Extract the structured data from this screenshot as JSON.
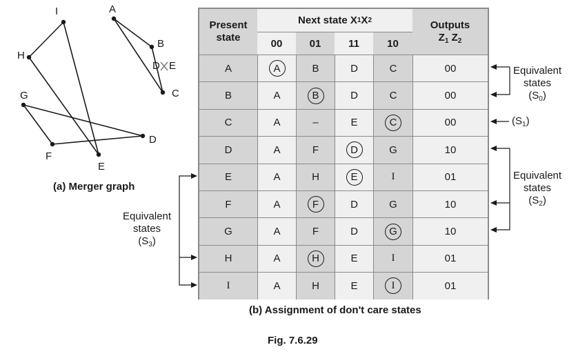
{
  "merger_graph": {
    "caption": "(a) Merger graph",
    "nodes": [
      "I",
      "H",
      "G",
      "F",
      "E",
      "A",
      "B",
      "C",
      "D"
    ],
    "edges": [
      [
        "I",
        "H"
      ],
      [
        "I",
        "E"
      ],
      [
        "H",
        "E"
      ],
      [
        "G",
        "D"
      ],
      [
        "G",
        "F"
      ],
      [
        "F",
        "D"
      ],
      [
        "A",
        "B"
      ],
      [
        "A",
        "C"
      ],
      [
        "B",
        "C"
      ]
    ],
    "crossed_label": "D",
    "crossed_label_tail": "E"
  },
  "table": {
    "caption": "(b) Assignment of don't care states",
    "present_header": [
      "Present",
      "state"
    ],
    "next_header": "Next state X",
    "next_header_sub1": "1",
    "next_header_mid": "X",
    "next_header_sub2": "2",
    "outputs_header_line1": "Outputs",
    "outputs_z1": "Z",
    "outputs_sub1": "1",
    "outputs_z2": " Z",
    "outputs_sub2": "2",
    "columns": [
      "00",
      "01",
      "11",
      "10"
    ],
    "rows": [
      {
        "state": "A",
        "next": [
          "A",
          "B",
          "D",
          "C"
        ],
        "circled": 0,
        "out": "00"
      },
      {
        "state": "B",
        "next": [
          "A",
          "B",
          "D",
          "C"
        ],
        "circled": 1,
        "out": "00"
      },
      {
        "state": "C",
        "next": [
          "A",
          "–",
          "E",
          "C"
        ],
        "circled": 3,
        "out": "00"
      },
      {
        "state": "D",
        "next": [
          "A",
          "F",
          "D",
          "G"
        ],
        "circled": 2,
        "out": "10"
      },
      {
        "state": "E",
        "next": [
          "A",
          "H",
          "E",
          "I"
        ],
        "circled": 2,
        "out": "01"
      },
      {
        "state": "F",
        "next": [
          "A",
          "F",
          "D",
          "G"
        ],
        "circled": 1,
        "out": "10"
      },
      {
        "state": "G",
        "next": [
          "A",
          "F",
          "D",
          "G"
        ],
        "circled": 3,
        "out": "10"
      },
      {
        "state": "H",
        "next": [
          "A",
          "H",
          "E",
          "I"
        ],
        "circled": 1,
        "out": "01"
      },
      {
        "state": "I",
        "next": [
          "A",
          "H",
          "E",
          "I"
        ],
        "circled": 3,
        "out": "01"
      }
    ]
  },
  "annotations": {
    "s0": {
      "line1": "Equivalent",
      "line2": "states",
      "label": "(S",
      "sub": "0",
      "close": ")"
    },
    "s1": {
      "label": "(S",
      "sub": "1",
      "close": ")"
    },
    "s2": {
      "line1": "Equivalent",
      "line2": "states",
      "label": "(S",
      "sub": "2",
      "close": ")"
    },
    "s3": {
      "line1": "Equivalent",
      "line2": "states",
      "label": "(S",
      "sub": "3",
      "close": ")"
    }
  },
  "figure_label": "Fig. 7.6.29"
}
